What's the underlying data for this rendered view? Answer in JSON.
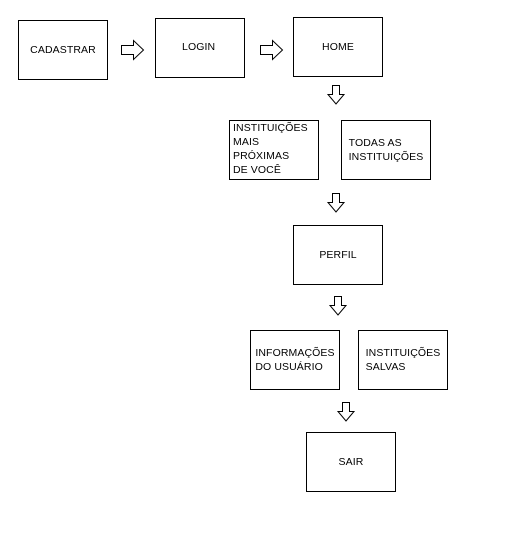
{
  "nodes": {
    "cadastrar": "CADASTRAR",
    "login": "LOGIN",
    "home": "HOME",
    "nearby": "INSTITUIÇÕES\nMAIS\nPRÓXIMAS\nDE VOCÊ",
    "all": "TODAS AS\nINSTITUIÇÕES",
    "perfil": "PERFIL",
    "user_info": "INFORMAÇÕES\nDO USUÁRIO",
    "saved": "INSTITUIÇÕES\nSALVAS",
    "sair": "SAIR"
  },
  "colors": {
    "stroke": "#000000",
    "fill": "#ffffff",
    "text": "#000000"
  }
}
